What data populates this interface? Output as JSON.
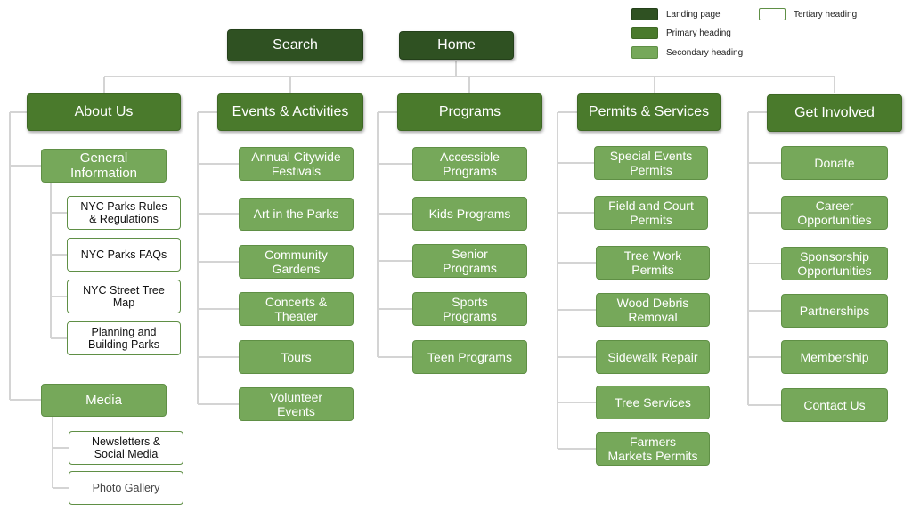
{
  "legend": [
    {
      "id": "landing",
      "label": "Landing page",
      "color": "#2f5122"
    },
    {
      "id": "primary",
      "label": "Primary heading",
      "color": "#4a7a2c"
    },
    {
      "id": "secondary",
      "label": "Secondary heading",
      "color": "#76a85a"
    },
    {
      "id": "tertiary",
      "label": "Tertiary heading",
      "color": "#ffffff"
    }
  ],
  "landing": {
    "search": "Search",
    "home": "Home"
  },
  "sections": [
    {
      "title": "About Us",
      "children": [
        {
          "label": "General\nInformation",
          "children": [
            "NYC Parks Rules\n& Regulations",
            "NYC Parks FAQs",
            "NYC Street Tree\nMap",
            "Planning and\nBuilding Parks"
          ]
        },
        {
          "label": "Media",
          "children": [
            "Newsletters &\nSocial Media",
            "Photo Gallery"
          ]
        }
      ]
    },
    {
      "title": "Events & Activities",
      "children": [
        "Annual Citywide\nFestivals",
        "Art in the Parks",
        "Community\nGardens",
        "Concerts &\nTheater",
        "Tours",
        "Volunteer\nEvents"
      ]
    },
    {
      "title": "Programs",
      "children": [
        "Accessible\nPrograms",
        "Kids Programs",
        "Senior\nPrograms",
        "Sports\nPrograms",
        "Teen Programs"
      ]
    },
    {
      "title": "Permits & Services",
      "children": [
        "Special Events\nPermits",
        "Field and Court\nPermits",
        "Tree Work\nPermits",
        "Wood Debris\nRemoval",
        "Sidewalk Repair",
        "Tree Services",
        "Farmers\nMarkets Permits"
      ]
    },
    {
      "title": "Get Involved",
      "children": [
        "Donate",
        "Career\nOpportunities",
        "Sponsorship\nOpportunities",
        "Partnerships",
        "Membership",
        "Contact Us"
      ]
    }
  ]
}
